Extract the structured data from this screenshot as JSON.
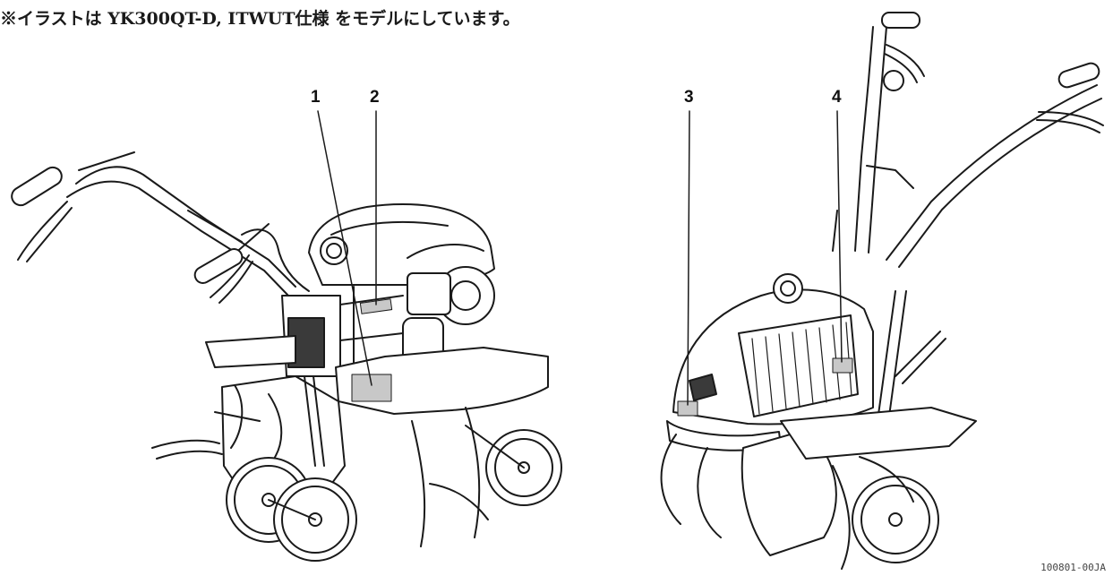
{
  "caption": "※イラストは YK300QT-D, ITWUT仕様 をモデルにしています。",
  "figure_id": "100801-00JA",
  "callouts": [
    {
      "number": "1",
      "target": "label-plate-tiller-cover"
    },
    {
      "number": "2",
      "target": "label-engine-side"
    },
    {
      "number": "3",
      "target": "label-front-cover"
    },
    {
      "number": "4",
      "target": "label-engine-grille"
    }
  ],
  "colors": {
    "line": "#1a1a1a",
    "label": "#c8c8c8",
    "fill": "#ffffff",
    "dark": "#3a3a3a"
  }
}
